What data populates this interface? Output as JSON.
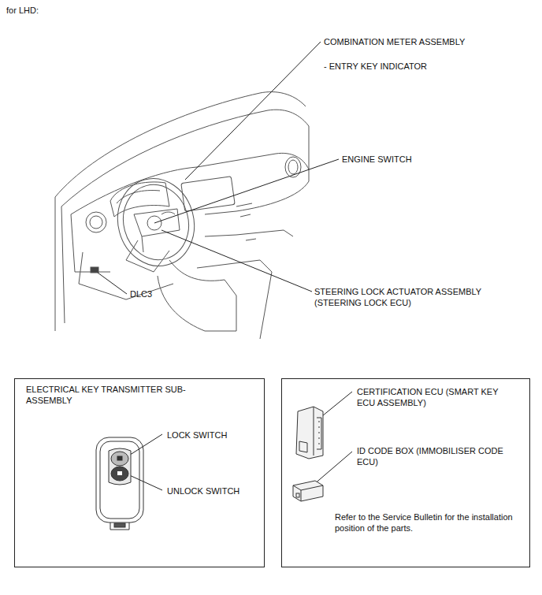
{
  "diagram": {
    "nodes": [
      {
        "text": [
          "ELECTRICAL KEY TRANSMITTER SUB-ASSEMBLY",
          "LOCK SWITCH",
          "UNLOCK SWITCH"
        ]
      },
      {
        "text": [
          "CERTIFICATION ECU (SMART KEY ECU ASSEMBLY)",
          "ID CODE BOX (IMMOBILISER CODE ECU)",
          "Refer to the Service Bulletin for the installation position of the parts."
        ]
      }
    ],
    "edges": [],
    "labels": [
      "for LHD:",
      "COMBINATION METER ASSEMBLY",
      "- ENTRY KEY INDICATOR",
      "ENGINE SWITCH",
      "STEERING LOCK ACTUATOR ASSEMBLY (STEERING LOCK ECU)",
      "DLC3"
    ]
  }
}
